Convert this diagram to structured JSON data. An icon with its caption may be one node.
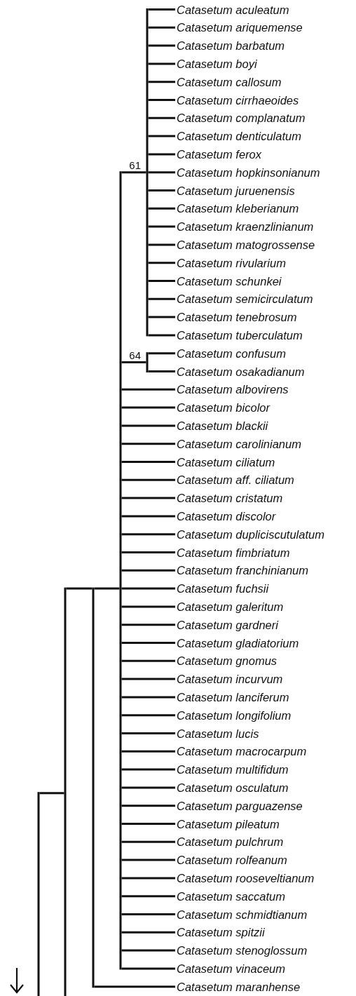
{
  "diagram": {
    "nodes": [
      {
        "text": [],
        "shape": "bar"
      },
      {
        "text": [],
        "shape": "bar"
      },
      {
        "text": [],
        "shape": "bar"
      },
      {
        "text": [],
        "shape": "bar"
      },
      {
        "text": [],
        "shape": "bar",
        "beside": [
          "61"
        ]
      },
      {
        "text": [
          "Catasetum aculeatum"
        ]
      },
      {
        "text": [
          "Catasetum ariquemense"
        ]
      },
      {
        "text": [
          "Catasetum barbatum"
        ]
      },
      {
        "text": [
          "Catasetum boyi"
        ]
      },
      {
        "text": [
          "Catasetum callosum"
        ]
      },
      {
        "text": [
          "Catasetum cirrhaeoides"
        ]
      },
      {
        "text": [
          "Catasetum complanatum"
        ]
      },
      {
        "text": [
          "Catasetum denticulatum"
        ]
      },
      {
        "text": [
          "Catasetum ferox"
        ]
      },
      {
        "text": [
          "Catasetum hopkinsonianum"
        ]
      },
      {
        "text": [
          "Catasetum juruenensis"
        ]
      },
      {
        "text": [
          "Catasetum kleberianum"
        ]
      },
      {
        "text": [
          "Catasetum kraenzlinianum"
        ]
      },
      {
        "text": [
          "Catasetum matogrossense"
        ]
      },
      {
        "text": [
          "Catasetum rivularium"
        ]
      },
      {
        "text": [
          "Catasetum schunkei"
        ]
      },
      {
        "text": [
          "Catasetum semicirculatum"
        ]
      },
      {
        "text": [
          "Catasetum tenebrosum"
        ]
      },
      {
        "text": [
          "Catasetum tuberculatum"
        ]
      },
      {
        "text": [],
        "shape": "bar",
        "beside": [
          "64"
        ]
      },
      {
        "text": [
          "Catasetum confusum"
        ]
      },
      {
        "text": [
          "Catasetum osakadianum"
        ]
      },
      {
        "text": [
          "Catasetum albovirens"
        ]
      },
      {
        "text": [
          "Catasetum bicolor"
        ]
      },
      {
        "text": [
          "Catasetum blackii"
        ]
      },
      {
        "text": [
          "Catasetum carolinianum"
        ]
      },
      {
        "text": [
          "Catasetum ciliatum"
        ]
      },
      {
        "text": [
          "Catasetum aff. ciliatum"
        ]
      },
      {
        "text": [
          "Catasetum cristatum"
        ]
      },
      {
        "text": [
          "Catasetum discolor"
        ]
      },
      {
        "text": [
          "Catasetum dupliciscutulatum"
        ]
      },
      {
        "text": [
          "Catasetum fimbriatum"
        ]
      },
      {
        "text": [
          "Catasetum franchinianum"
        ]
      },
      {
        "text": [
          "Catasetum fuchsii"
        ]
      },
      {
        "text": [
          "Catasetum galeritum"
        ]
      },
      {
        "text": [
          "Catasetum gardneri"
        ]
      },
      {
        "text": [
          "Catasetum gladiatorium"
        ]
      },
      {
        "text": [
          "Catasetum gnomus"
        ]
      },
      {
        "text": [
          "Catasetum incurvum"
        ]
      },
      {
        "text": [
          "Catasetum lanciferum"
        ]
      },
      {
        "text": [
          "Catasetum longifolium"
        ]
      },
      {
        "text": [
          "Catasetum lucis"
        ]
      },
      {
        "text": [
          "Catasetum macrocarpum"
        ]
      },
      {
        "text": [
          "Catasetum multifidum"
        ]
      },
      {
        "text": [
          "Catasetum osculatum"
        ]
      },
      {
        "text": [
          "Catasetum parguazense"
        ]
      },
      {
        "text": [
          "Catasetum pileatum"
        ]
      },
      {
        "text": [
          "Catasetum pulchrum"
        ]
      },
      {
        "text": [
          "Catasetum rolfeanum"
        ]
      },
      {
        "text": [
          "Catasetum rooseveltianum"
        ]
      },
      {
        "text": [
          "Catasetum saccatum"
        ]
      },
      {
        "text": [
          "Catasetum schmidtianum"
        ]
      },
      {
        "text": [
          "Catasetum spitzii"
        ]
      },
      {
        "text": [
          "Catasetum stenoglossum"
        ]
      },
      {
        "text": [
          "Catasetum vinaceum"
        ]
      },
      {
        "text": [
          "Catasetum maranhense"
        ]
      }
    ],
    "edges": [
      {
        "from": 0,
        "to": 1,
        "arrow": "none"
      },
      {
        "from": 1,
        "to": 2,
        "arrow": "none"
      },
      {
        "from": 2,
        "to": 3,
        "arrow": "none"
      },
      {
        "from": 2,
        "to": 60,
        "arrow": "none"
      },
      {
        "from": 3,
        "to": 4,
        "arrow": "none"
      },
      {
        "from": 4,
        "to": 5,
        "arrow": "none"
      },
      {
        "from": 4,
        "to": 6,
        "arrow": "none"
      },
      {
        "from": 4,
        "to": 7,
        "arrow": "none"
      },
      {
        "from": 4,
        "to": 8,
        "arrow": "none"
      },
      {
        "from": 4,
        "to": 9,
        "arrow": "none"
      },
      {
        "from": 4,
        "to": 10,
        "arrow": "none"
      },
      {
        "from": 4,
        "to": 11,
        "arrow": "none"
      },
      {
        "from": 4,
        "to": 12,
        "arrow": "none"
      },
      {
        "from": 4,
        "to": 13,
        "arrow": "none"
      },
      {
        "from": 4,
        "to": 14,
        "arrow": "none"
      },
      {
        "from": 4,
        "to": 15,
        "arrow": "none"
      },
      {
        "from": 4,
        "to": 16,
        "arrow": "none"
      },
      {
        "from": 4,
        "to": 17,
        "arrow": "none"
      },
      {
        "from": 4,
        "to": 18,
        "arrow": "none"
      },
      {
        "from": 4,
        "to": 19,
        "arrow": "none"
      },
      {
        "from": 4,
        "to": 20,
        "arrow": "none"
      },
      {
        "from": 4,
        "to": 21,
        "arrow": "none"
      },
      {
        "from": 4,
        "to": 22,
        "arrow": "none"
      },
      {
        "from": 4,
        "to": 23,
        "arrow": "none"
      },
      {
        "from": 3,
        "to": 24,
        "arrow": "none"
      },
      {
        "from": 24,
        "to": 25,
        "arrow": "none"
      },
      {
        "from": 24,
        "to": 26,
        "arrow": "none"
      },
      {
        "from": 3,
        "to": 27,
        "arrow": "none"
      },
      {
        "from": 3,
        "to": 28,
        "arrow": "none"
      },
      {
        "from": 3,
        "to": 29,
        "arrow": "none"
      },
      {
        "from": 3,
        "to": 30,
        "arrow": "none"
      },
      {
        "from": 3,
        "to": 31,
        "arrow": "none"
      },
      {
        "from": 3,
        "to": 32,
        "arrow": "none"
      },
      {
        "from": 3,
        "to": 33,
        "arrow": "none"
      },
      {
        "from": 3,
        "to": 34,
        "arrow": "none"
      },
      {
        "from": 3,
        "to": 35,
        "arrow": "none"
      },
      {
        "from": 3,
        "to": 36,
        "arrow": "none"
      },
      {
        "from": 3,
        "to": 37,
        "arrow": "none"
      },
      {
        "from": 3,
        "to": 38,
        "arrow": "none"
      },
      {
        "from": 3,
        "to": 39,
        "arrow": "none"
      },
      {
        "from": 3,
        "to": 40,
        "arrow": "none"
      },
      {
        "from": 3,
        "to": 41,
        "arrow": "none"
      },
      {
        "from": 3,
        "to": 42,
        "arrow": "none"
      },
      {
        "from": 3,
        "to": 43,
        "arrow": "none"
      },
      {
        "from": 3,
        "to": 44,
        "arrow": "none"
      },
      {
        "from": 3,
        "to": 45,
        "arrow": "none"
      },
      {
        "from": 3,
        "to": 46,
        "arrow": "none"
      },
      {
        "from": 3,
        "to": 47,
        "arrow": "none"
      },
      {
        "from": 3,
        "to": 48,
        "arrow": "none"
      },
      {
        "from": 3,
        "to": 49,
        "arrow": "none"
      },
      {
        "from": 3,
        "to": 50,
        "arrow": "none"
      },
      {
        "from": 3,
        "to": 51,
        "arrow": "none"
      },
      {
        "from": 3,
        "to": 52,
        "arrow": "none"
      },
      {
        "from": 3,
        "to": 53,
        "arrow": "none"
      },
      {
        "from": 3,
        "to": 54,
        "arrow": "none"
      },
      {
        "from": 3,
        "to": 55,
        "arrow": "none"
      },
      {
        "from": 3,
        "to": 56,
        "arrow": "none"
      },
      {
        "from": 3,
        "to": 57,
        "arrow": "none"
      },
      {
        "from": 3,
        "to": 58,
        "arrow": "none"
      },
      {
        "from": 3,
        "to": 59,
        "arrow": "none"
      }
    ]
  }
}
